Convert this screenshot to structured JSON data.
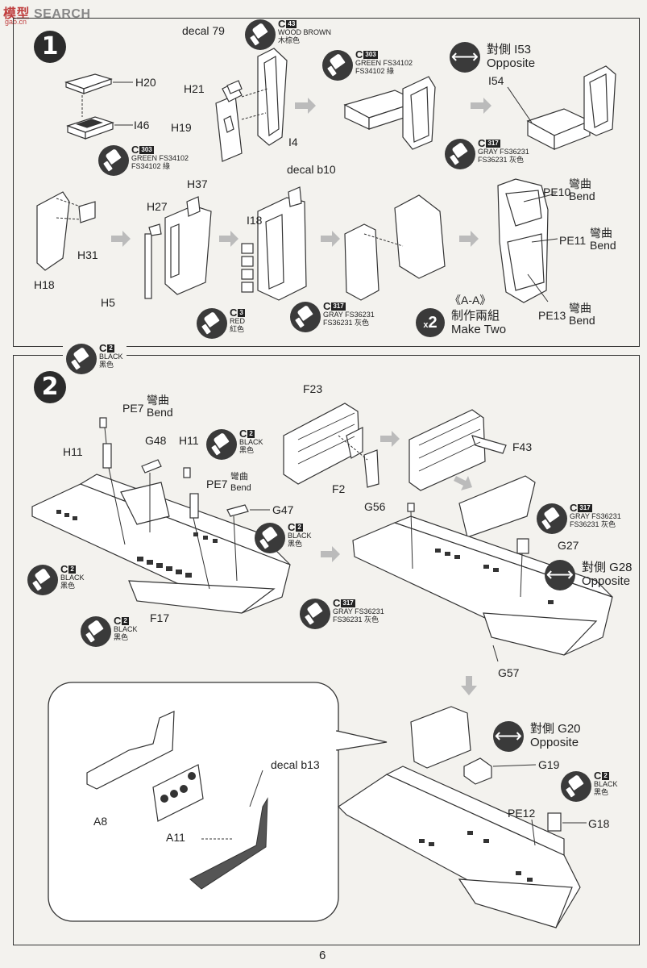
{
  "header": {
    "watermark": "SEARCH",
    "watermark_prefix": "模型",
    "watermark_sub": "gao.cn"
  },
  "page_number": "6",
  "step1": {
    "number": "1",
    "labels": {
      "h20": "H20",
      "i46": "I46",
      "decal79": "decal 79",
      "h21": "H21",
      "h19": "H19",
      "i4": "I4",
      "decal_b10": "decal b10",
      "i54": "I54",
      "h37": "H37",
      "h27": "H27",
      "h31": "H31",
      "h18": "H18",
      "h5": "H5",
      "i18": "I18",
      "pe10": "PE10",
      "pe11": "PE11",
      "pe13": "PE13",
      "bend_cn": "彎曲",
      "bend_en": "Bend"
    },
    "paints": {
      "c43": {
        "code": "C",
        "num": "43",
        "line1": "WOOD BROWN",
        "line2": "木棕色"
      },
      "c303a": {
        "code": "C",
        "num": "303",
        "line1": "GREEN FS34102",
        "line2": "FS34102 綠"
      },
      "c303b": {
        "code": "C",
        "num": "303",
        "line1": "GREEN FS34102",
        "line2": "FS34102 綠"
      },
      "c317a": {
        "code": "C",
        "num": "317",
        "line1": "GRAY FS36231",
        "line2": "FS36231 灰色"
      },
      "c3": {
        "code": "C",
        "num": "3",
        "line1": "RED",
        "line2": "紅色"
      },
      "c317b": {
        "code": "C",
        "num": "317",
        "line1": "GRAY FS36231",
        "line2": "FS36231 灰色"
      }
    },
    "opposite": {
      "cn": "對側 I53",
      "en": "Opposite"
    },
    "make_two": {
      "aa": "《A-A》",
      "cn": "制作兩組",
      "en": "Make Two",
      "badge_x": "x",
      "badge_n": "2"
    }
  },
  "step2": {
    "number": "2",
    "labels": {
      "pe7a": "PE7",
      "h11a": "H11",
      "g48": "G48",
      "h11b": "H11",
      "pe7b": "PE7",
      "g47": "G47",
      "f17": "F17",
      "f23": "F23",
      "f2": "F2",
      "f43": "F43",
      "g56": "G56",
      "g27": "G27",
      "g57": "G57",
      "decal_b13": "decal b13",
      "a8": "A8",
      "a11": "A11",
      "g19": "G19",
      "pe12": "PE12",
      "g18": "G18",
      "bend_cn": "彎曲",
      "bend_en": "Bend"
    },
    "paints": {
      "c2top": {
        "code": "C",
        "num": "2",
        "line1": "BLACK",
        "line2": "黑色"
      },
      "c2a": {
        "code": "C",
        "num": "2",
        "line1": "BLACK",
        "line2": "黑色"
      },
      "c2b": {
        "code": "C",
        "num": "2",
        "line1": "BLACK",
        "line2": "黑色"
      },
      "c2c": {
        "code": "C",
        "num": "2",
        "line1": "BLACK",
        "line2": "黑色"
      },
      "c2d": {
        "code": "C",
        "num": "2",
        "line1": "BLACK",
        "line2": "黑色"
      },
      "c317": {
        "code": "C",
        "num": "317",
        "line1": "GRAY FS36231",
        "line2": "FS36231 灰色"
      },
      "c317b": {
        "code": "C",
        "num": "317",
        "line1": "GRAY FS36231",
        "line2": "FS36231 灰色"
      },
      "c2e": {
        "code": "C",
        "num": "2",
        "line1": "BLACK",
        "line2": "黑色"
      }
    },
    "opposite_g28": {
      "cn": "對側 G28",
      "en": "Opposite"
    },
    "opposite_g20": {
      "cn": "對側 G20",
      "en": "Opposite"
    }
  }
}
